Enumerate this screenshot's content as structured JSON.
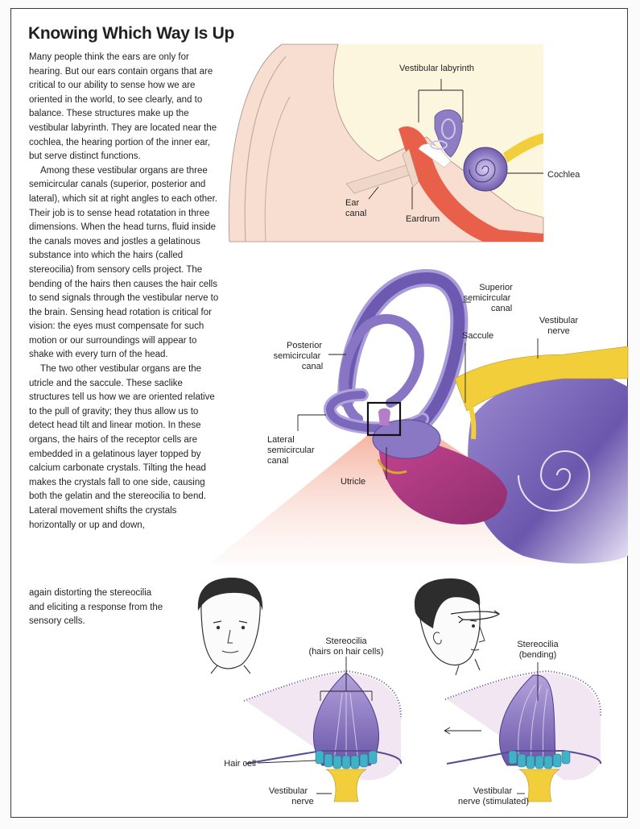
{
  "title": "Knowing Which Way Is Up",
  "paragraphs": [
    "Many people think the ears are only for hearing. But our ears contain organs that are critical to our ability to sense how we are oriented in the world, to see clearly, and to balance. These structures make up the vestibular labyrinth. They are located near the cochlea, the hearing portion of the inner ear, but serve distinct functions.",
    "Among these vestibular organs are three semicircular canals (superior, posterior and lateral), which sit at right angles to each other. Their job is to sense head rotatation in three dimensions. When the head turns, fluid inside the canals moves and jostles a gelatinous substance into which the hairs (called stereocilia) from sensory cells project. The bending of the hairs then causes the hair cells to send signals through the vestibular nerve to the brain. Sensing head rotation is critical for vision: the eyes must compensate for such motion or our surroundings will appear to shake with every turn of the head.",
    "The two other vestibular organs are the utricle and the saccule. These saclike structures tell us how we are oriented relative to the pull of gravity; they thus allow us to detect head tilt and linear motion. In these organs, the hairs of the receptor cells are embedded in a gelatinous layer topped by calcium carbonate crystals. Tilting the head makes the crystals fall to one side, causing both the gelatin and the stereocilia to bend. Lateral movement shifts the crystals horizontally or up and down,",
    "again distorting the stereocilia and eliciting a response from the sensory cells."
  ],
  "ear_diagram": {
    "vestibular_labyrinth": "Vestibular labyrinth",
    "cochlea": "Cochlea",
    "ear_canal_1": "Ear",
    "ear_canal_2": "canal",
    "eardrum": "Eardrum"
  },
  "inner_ear_diagram": {
    "superior_1": "Superior",
    "superior_2": "semicircular",
    "superior_3": "canal",
    "saccule": "Saccule",
    "vestibular_nerve_1": "Vestibular",
    "vestibular_nerve_2": "nerve",
    "posterior_1": "Posterior",
    "posterior_2": "semicircular",
    "posterior_3": "canal",
    "lateral_1": "Lateral",
    "lateral_2": "semicircular",
    "lateral_3": "canal",
    "utricle": "Utricle"
  },
  "hair_cell_left": {
    "stereocilia_1": "Stereocilia",
    "stereocilia_2": "(hairs on hair cells)",
    "hair_cell": "Hair cell",
    "nerve_1": "Vestibular",
    "nerve_2": "nerve"
  },
  "hair_cell_right": {
    "stereocilia_1": "Stereocilia",
    "stereocilia_2": "(bending)",
    "nerve_1": "Vestibular",
    "nerve_2": "nerve (stimulated)"
  },
  "colors": {
    "labyrinth_purple": "#7e6bb4",
    "labyrinth_light": "#b7a9dc",
    "nerve_yellow": "#f2cf3a",
    "skin": "#f7ded0",
    "tissue_red": "#e8604a",
    "gelatin_pink": "#f5e6f0"
  }
}
